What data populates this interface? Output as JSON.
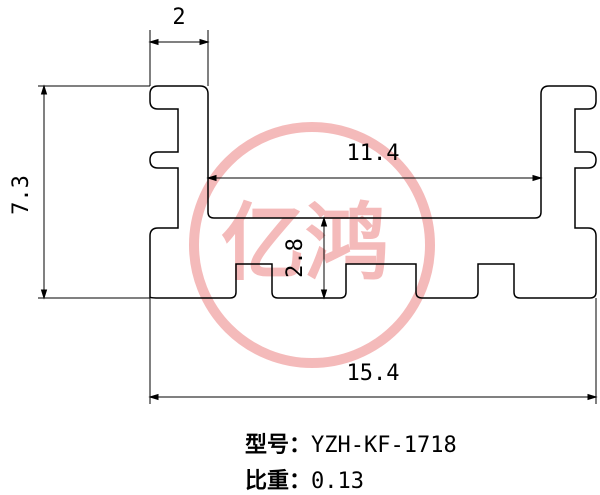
{
  "dimensions": {
    "top_width": "2",
    "height": "7.3",
    "inner_span": "11.4",
    "rib_depth": "2.8",
    "overall_width": "15.4"
  },
  "watermark": {
    "text": "亿鸿",
    "color": "#f08080"
  },
  "info": {
    "model_label": "型号：",
    "model_value": "YZH-KF-1718",
    "density_label": "比重：",
    "density_value": "0.13"
  },
  "colors": {
    "line": "#000000",
    "background": "#ffffff"
  }
}
